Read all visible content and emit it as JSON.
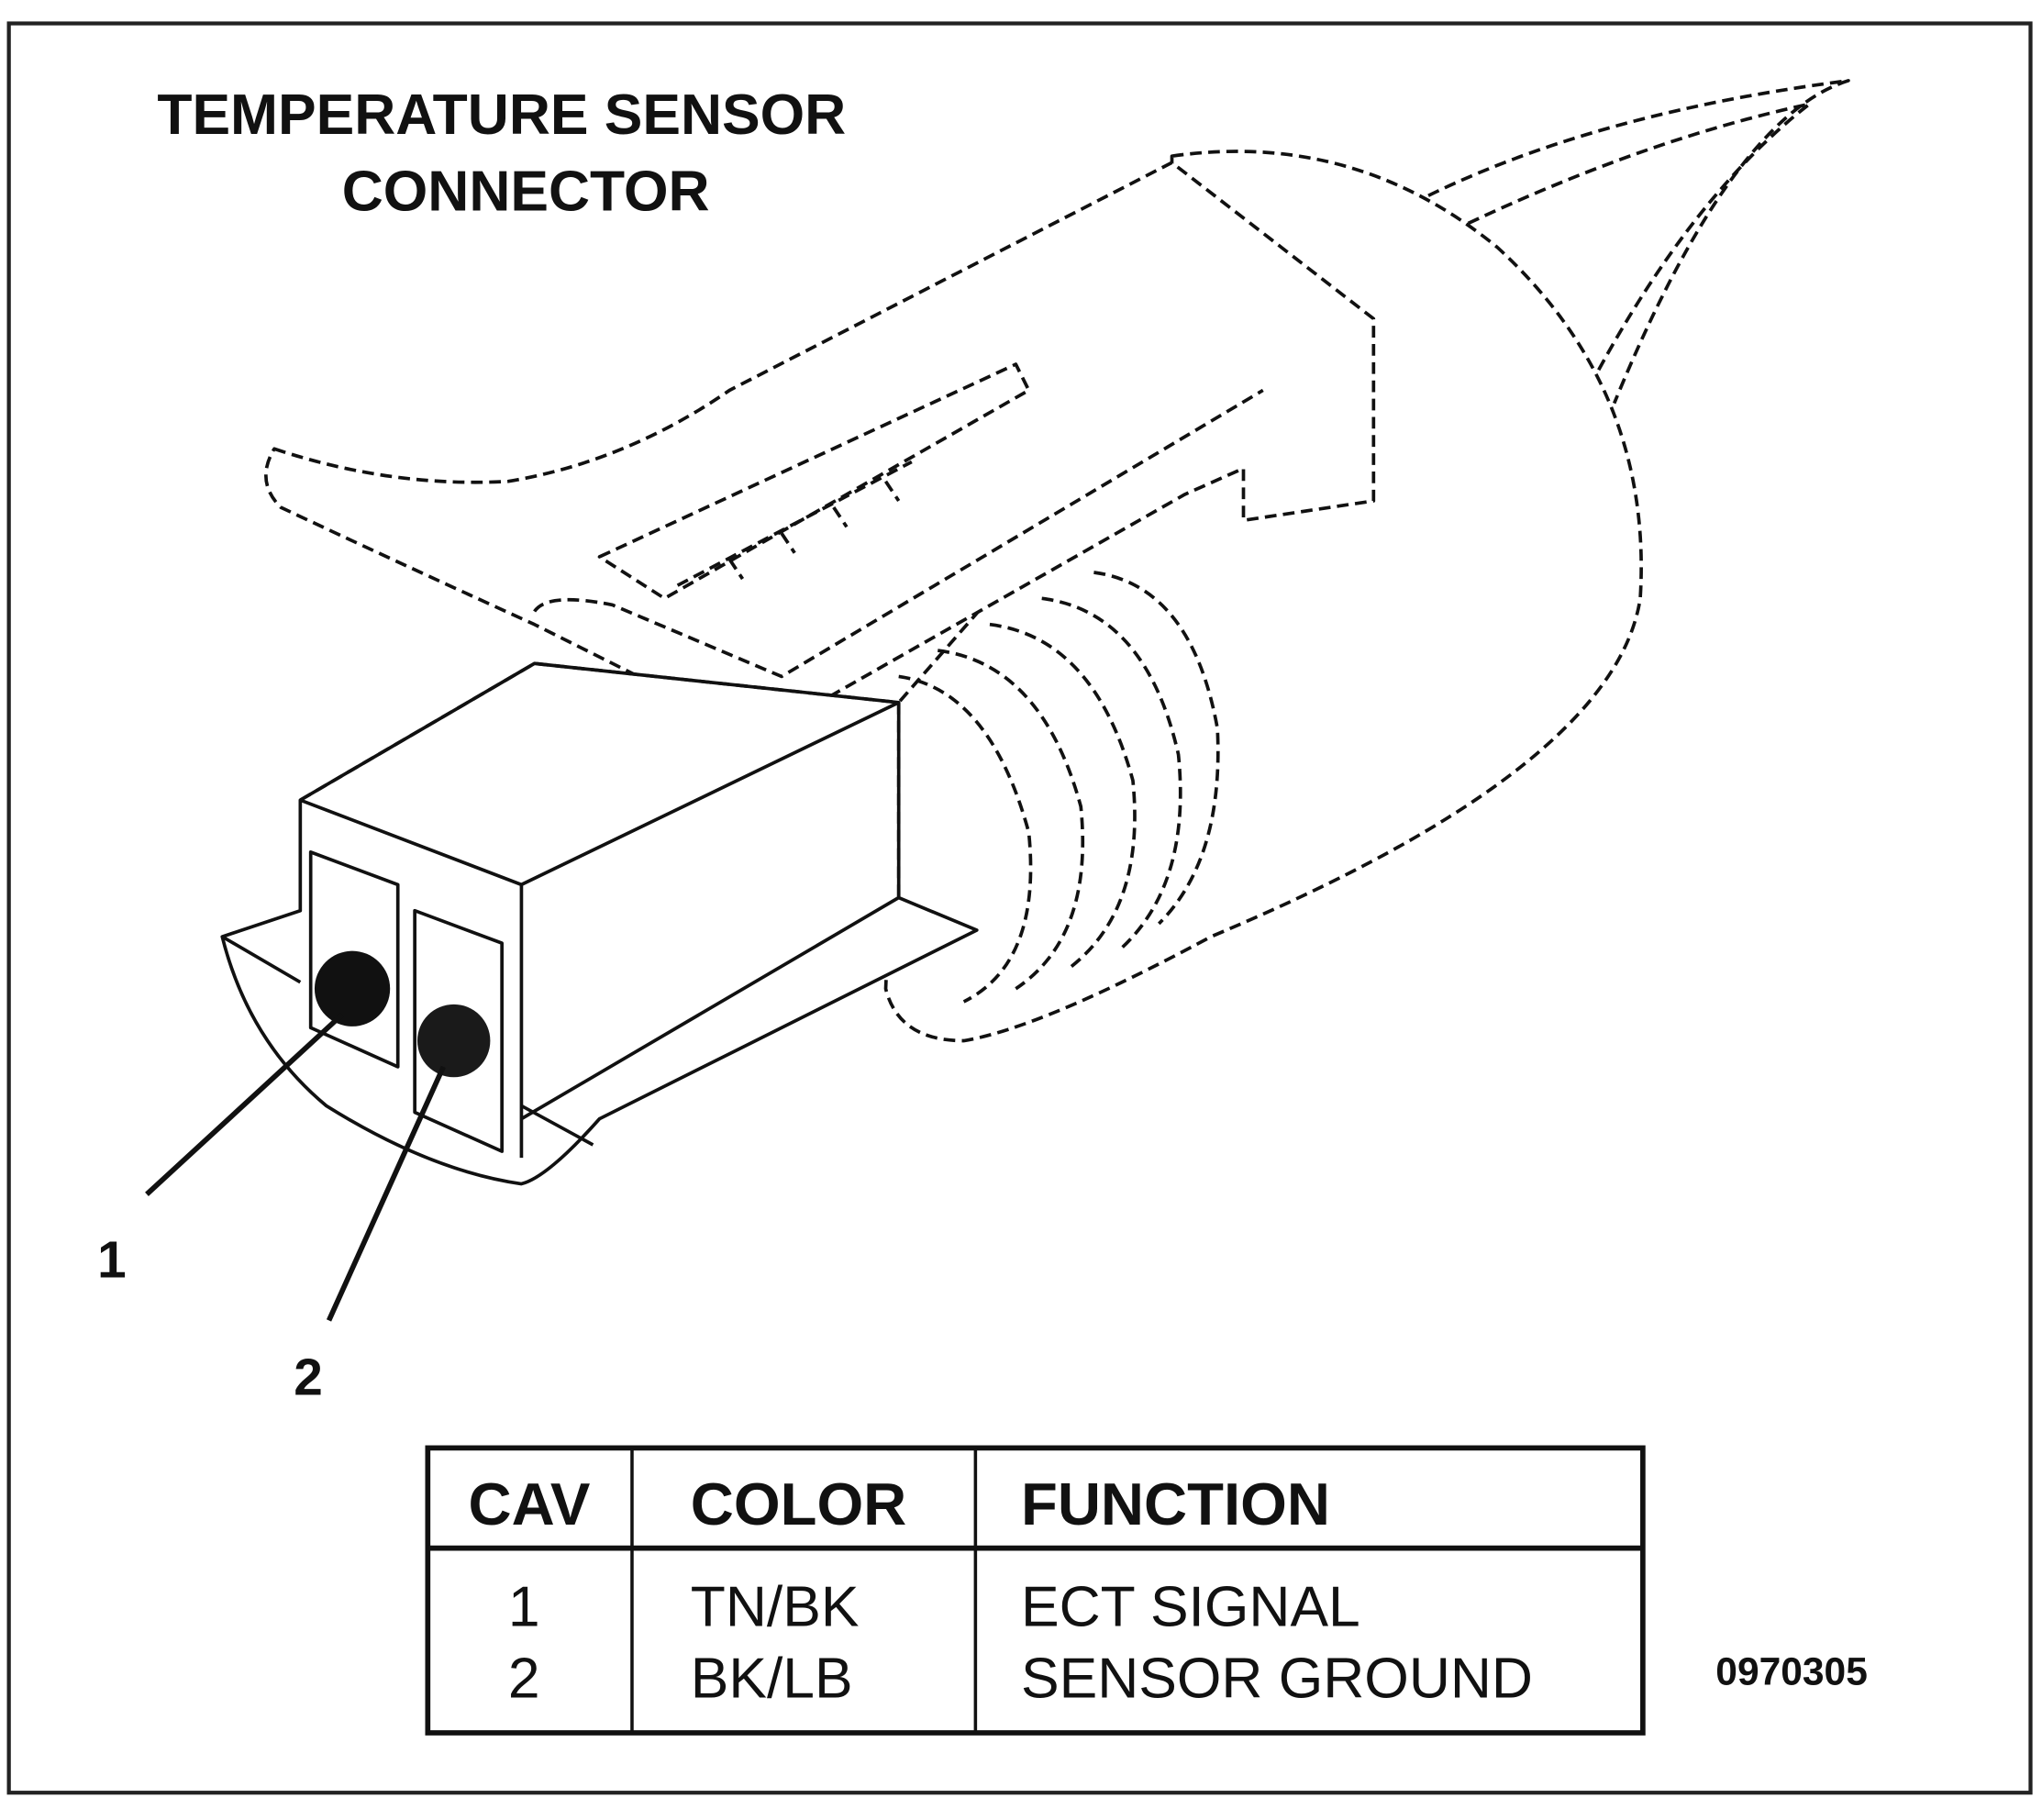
{
  "title": {
    "line1": "TEMPERATURE SENSOR",
    "line2": "CONNECTOR"
  },
  "callouts": [
    "1",
    "2"
  ],
  "table": {
    "headers": [
      "CAV",
      "COLOR",
      "FUNCTION"
    ],
    "rows": [
      {
        "cav": "1",
        "color": "TN/BK",
        "function": "ECT SIGNAL"
      },
      {
        "cav": "2",
        "color": "BK/LB",
        "function": "SENSOR GROUND"
      }
    ]
  },
  "figure_number": "0970305"
}
